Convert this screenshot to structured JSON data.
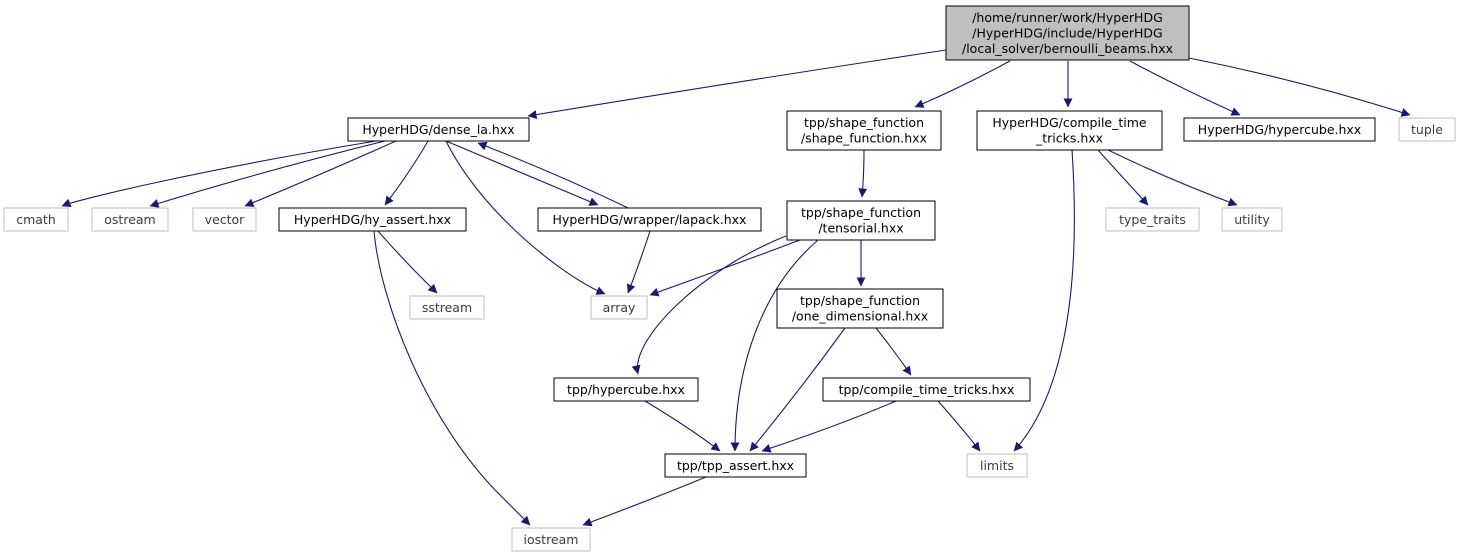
{
  "diagram": {
    "colors": {
      "edge": "#191970",
      "root_fill": "#bfbfbf",
      "root_border": "#000000",
      "internal_border": "#000000",
      "external_border": "#bfbfbf",
      "node_fill": "#ffffff"
    },
    "nodes": [
      {
        "id": "root",
        "kind": "root",
        "lines": [
          "/home/runner/work/HyperHDG",
          "/HyperHDG/include/HyperHDG",
          "/local_solver/bernoulli_beams.hxx"
        ]
      },
      {
        "id": "dense_la",
        "kind": "internal",
        "lines": [
          "HyperHDG/dense_la.hxx"
        ]
      },
      {
        "id": "shape_function",
        "kind": "internal",
        "lines": [
          "tpp/shape_function",
          "/shape_function.hxx"
        ]
      },
      {
        "id": "compile_time_tricks_hdg",
        "kind": "internal",
        "lines": [
          "HyperHDG/compile_time",
          "_tricks.hxx"
        ]
      },
      {
        "id": "hypercube_hdg",
        "kind": "internal",
        "lines": [
          "HyperHDG/hypercube.hxx"
        ]
      },
      {
        "id": "tuple",
        "kind": "external",
        "lines": [
          "tuple"
        ]
      },
      {
        "id": "cmath",
        "kind": "external",
        "lines": [
          "cmath"
        ]
      },
      {
        "id": "ostream",
        "kind": "external",
        "lines": [
          "ostream"
        ]
      },
      {
        "id": "vector",
        "kind": "external",
        "lines": [
          "vector"
        ]
      },
      {
        "id": "hy_assert",
        "kind": "internal",
        "lines": [
          "HyperHDG/hy_assert.hxx"
        ]
      },
      {
        "id": "lapack",
        "kind": "internal",
        "lines": [
          "HyperHDG/wrapper/lapack.hxx"
        ]
      },
      {
        "id": "tensorial",
        "kind": "internal",
        "lines": [
          "tpp/shape_function",
          "/tensorial.hxx"
        ]
      },
      {
        "id": "type_traits",
        "kind": "external",
        "lines": [
          "type_traits"
        ]
      },
      {
        "id": "utility",
        "kind": "external",
        "lines": [
          "utility"
        ]
      },
      {
        "id": "sstream",
        "kind": "external",
        "lines": [
          "sstream"
        ]
      },
      {
        "id": "array",
        "kind": "external",
        "lines": [
          "array"
        ]
      },
      {
        "id": "one_dimensional",
        "kind": "internal",
        "lines": [
          "tpp/shape_function",
          "/one_dimensional.hxx"
        ]
      },
      {
        "id": "tpp_hypercube",
        "kind": "internal",
        "lines": [
          "tpp/hypercube.hxx"
        ]
      },
      {
        "id": "tpp_compile_time_tricks",
        "kind": "internal",
        "lines": [
          "tpp/compile_time_tricks.hxx"
        ]
      },
      {
        "id": "tpp_assert",
        "kind": "internal",
        "lines": [
          "tpp/tpp_assert.hxx"
        ]
      },
      {
        "id": "limits",
        "kind": "external",
        "lines": [
          "limits"
        ]
      },
      {
        "id": "iostream",
        "kind": "external",
        "lines": [
          "iostream"
        ]
      }
    ],
    "edges": [
      {
        "from": "root",
        "to": "dense_la"
      },
      {
        "from": "root",
        "to": "shape_function"
      },
      {
        "from": "root",
        "to": "compile_time_tricks_hdg"
      },
      {
        "from": "root",
        "to": "hypercube_hdg"
      },
      {
        "from": "root",
        "to": "tuple"
      },
      {
        "from": "dense_la",
        "to": "cmath"
      },
      {
        "from": "dense_la",
        "to": "ostream"
      },
      {
        "from": "dense_la",
        "to": "vector"
      },
      {
        "from": "dense_la",
        "to": "hy_assert"
      },
      {
        "from": "dense_la",
        "to": "lapack"
      },
      {
        "from": "dense_la",
        "to": "array"
      },
      {
        "from": "lapack",
        "to": "dense_la"
      },
      {
        "from": "lapack",
        "to": "array"
      },
      {
        "from": "hy_assert",
        "to": "sstream"
      },
      {
        "from": "hy_assert",
        "to": "iostream"
      },
      {
        "from": "shape_function",
        "to": "tensorial"
      },
      {
        "from": "tensorial",
        "to": "array"
      },
      {
        "from": "tensorial",
        "to": "tpp_hypercube"
      },
      {
        "from": "tensorial",
        "to": "tpp_assert"
      },
      {
        "from": "tensorial",
        "to": "one_dimensional"
      },
      {
        "from": "one_dimensional",
        "to": "tpp_assert"
      },
      {
        "from": "one_dimensional",
        "to": "tpp_compile_time_tricks"
      },
      {
        "from": "tpp_hypercube",
        "to": "tpp_assert"
      },
      {
        "from": "tpp_compile_time_tricks",
        "to": "tpp_assert"
      },
      {
        "from": "tpp_compile_time_tricks",
        "to": "limits"
      },
      {
        "from": "compile_time_tricks_hdg",
        "to": "type_traits"
      },
      {
        "from": "compile_time_tricks_hdg",
        "to": "utility"
      },
      {
        "from": "compile_time_tricks_hdg",
        "to": "limits"
      },
      {
        "from": "tpp_assert",
        "to": "iostream"
      }
    ]
  }
}
